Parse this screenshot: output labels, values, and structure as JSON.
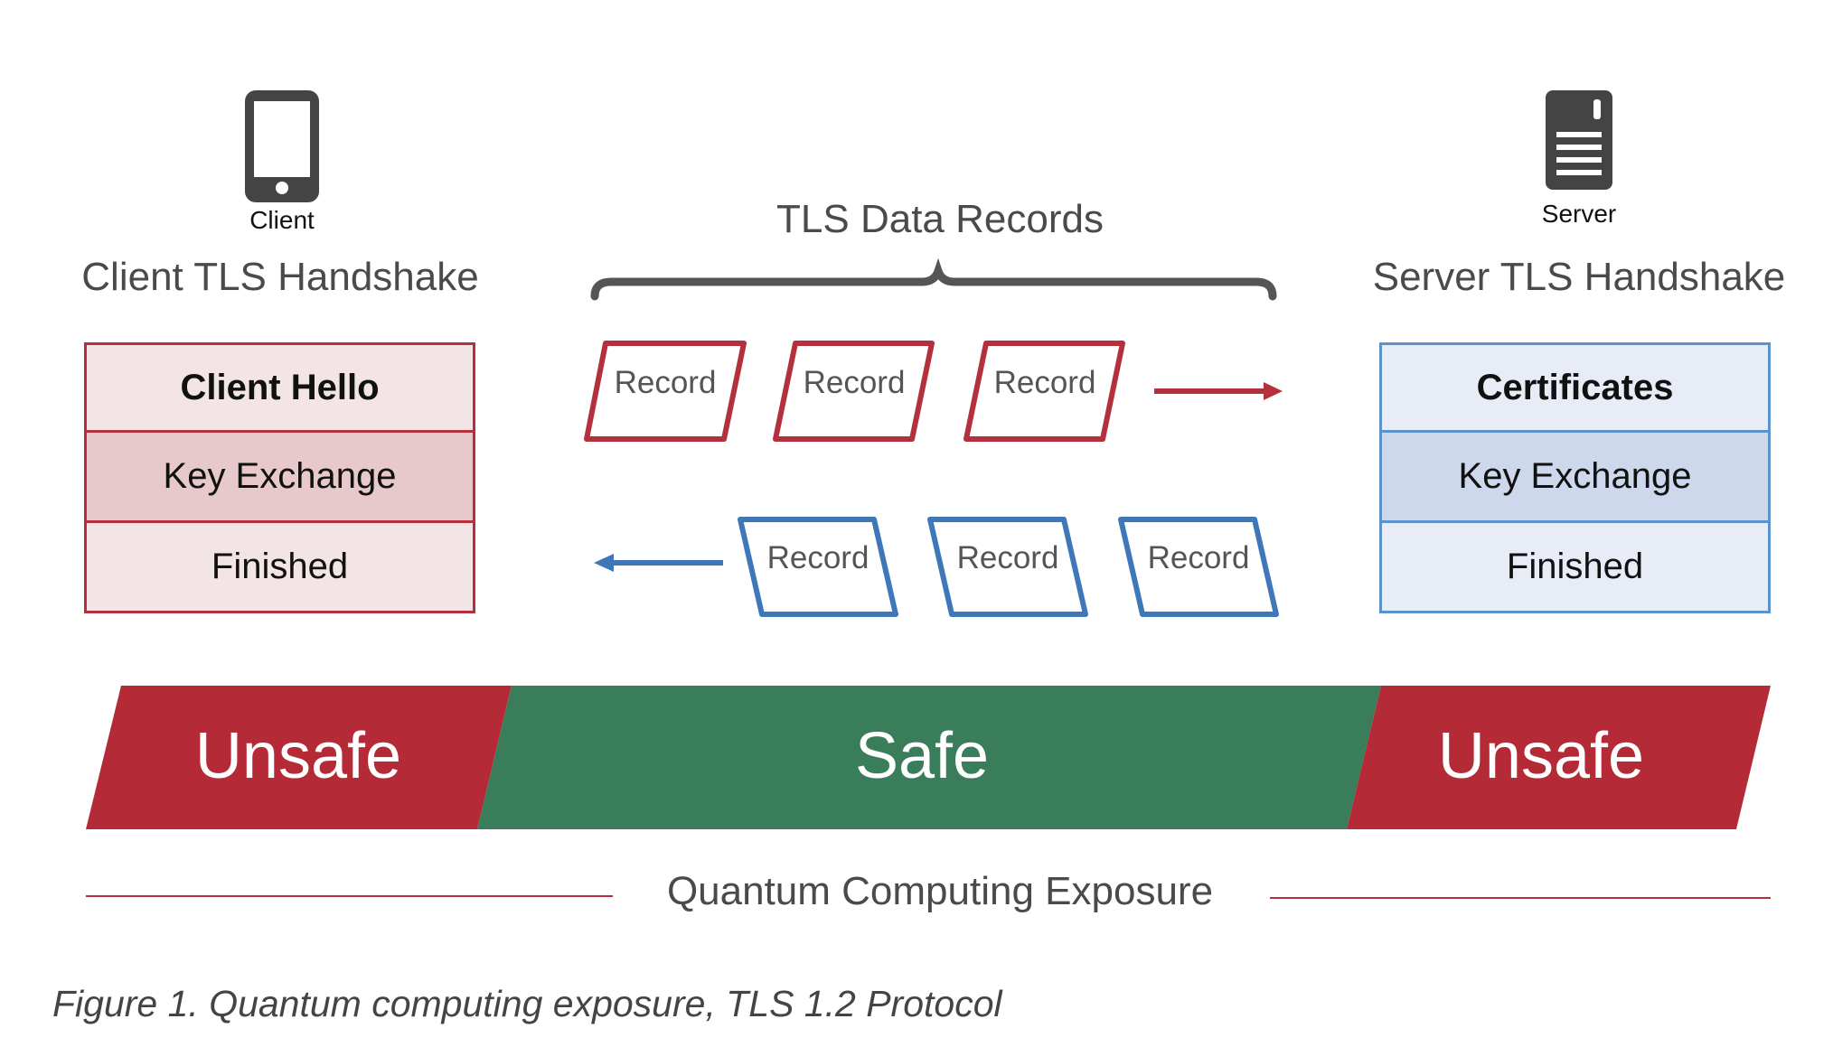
{
  "client": {
    "icon_label": "Client",
    "title": "Client TLS Handshake",
    "steps": [
      "Client Hello",
      "Key Exchange",
      "Finished"
    ]
  },
  "server": {
    "icon_label": "Server",
    "title": "Server TLS Handshake",
    "steps": [
      "Certificates",
      "Key Exchange",
      "Finished"
    ]
  },
  "records": {
    "title": "TLS Data Records",
    "label": "Record",
    "outgoing_count": 3,
    "incoming_count": 3
  },
  "exposure": {
    "left": "Unsafe",
    "middle": "Safe",
    "right": "Unsafe",
    "label": "Quantum Computing Exposure"
  },
  "caption": "Figure 1. Quantum computing exposure, TLS 1.2 Protocol",
  "colors": {
    "unsafe": "#b52a37",
    "safe": "#3a7d5a",
    "client_border": "#b5303d",
    "server_border": "#5b92c8",
    "client_fill": [
      "#f3e4e5",
      "#e7c9cb",
      "#f3e4e5"
    ],
    "server_fill": [
      "#e7ecf6",
      "#cdd8ec",
      "#e7ecf6"
    ]
  }
}
